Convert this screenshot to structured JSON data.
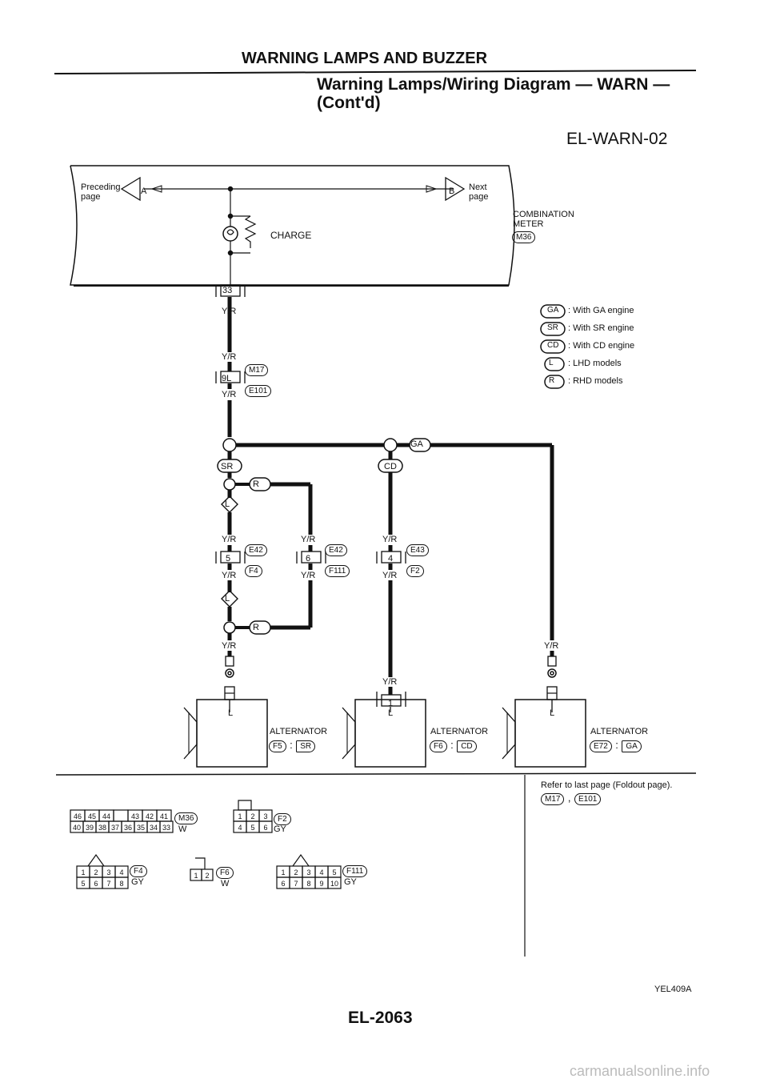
{
  "header": {
    "section_title": "WARNING LAMPS AND BUZZER",
    "diagram_title_line1": "Warning Lamps/Wiring Diagram — WARN —",
    "diagram_title_line2": "(Cont'd)",
    "diagram_code": "EL-WARN-02"
  },
  "meter": {
    "preceding_label": "Preceding\npage",
    "next_label": "Next\npage",
    "link_a": "A",
    "link_b": "B",
    "charge_label": "CHARGE",
    "name_line1": "COMBINATION",
    "name_line2": "METER",
    "connector": "M36",
    "terminal": "33"
  },
  "wires": {
    "yr": "Y/R"
  },
  "connectors": {
    "c9": {
      "terminal": "9L",
      "top": "M17",
      "bottom": "E101"
    },
    "c5": {
      "terminal": "5",
      "top": "E42",
      "bottom": "F4"
    },
    "c6": {
      "terminal": "6",
      "top": "E42",
      "bottom": "F111"
    },
    "c4": {
      "terminal": "4",
      "top": "E43",
      "bottom": "F2"
    },
    "alt_term_1": "1"
  },
  "options": {
    "sr": "SR",
    "cd": "CD",
    "ga": "GA",
    "l": "L",
    "r": "R"
  },
  "legend": [
    {
      "code": "GA",
      "text": ": With GA engine"
    },
    {
      "code": "SR",
      "text": ": With SR engine"
    },
    {
      "code": "CD",
      "text": ": With CD engine"
    },
    {
      "code": "L",
      "text": ": LHD models"
    },
    {
      "code": "R",
      "text": ": RHD models"
    }
  ],
  "alternators": [
    {
      "name": "ALTERNATOR",
      "connector": "F5",
      "option": "SR",
      "terminal": "L"
    },
    {
      "name": "ALTERNATOR",
      "connector": "F6",
      "option": "CD",
      "terminal": "L"
    },
    {
      "name": "ALTERNATOR",
      "connector": "E72",
      "option": "GA",
      "terminal": "L"
    }
  ],
  "connector_views": {
    "m36": {
      "top": [
        "46",
        "45",
        "44",
        "",
        "43",
        "42",
        "41"
      ],
      "bottom": [
        "40",
        "39",
        "38",
        "37",
        "36",
        "35",
        "34",
        "33"
      ],
      "id": "M36",
      "color": "W"
    },
    "f2": {
      "top": [
        "1",
        "2",
        "3"
      ],
      "bottom": [
        "4",
        "5",
        "6"
      ],
      "id": "F2",
      "color": "GY"
    },
    "f4": {
      "top": [
        "1",
        "2",
        "3",
        "4"
      ],
      "bottom": [
        "5",
        "6",
        "7",
        "8"
      ],
      "id": "F4",
      "color": "GY"
    },
    "f6": {
      "top": [
        "1",
        "2"
      ],
      "id": "F6",
      "color": "W"
    },
    "f111": {
      "top": [
        "1",
        "2",
        "3",
        "4",
        "5"
      ],
      "bottom": [
        "6",
        "7",
        "8",
        "9",
        "10"
      ],
      "id": "F111",
      "color": "GY"
    }
  },
  "refer": {
    "text": "Refer to last page (Foldout page).",
    "c1": "M17",
    "c2": "E101"
  },
  "footer": {
    "figure_code": "YEL409A",
    "page_number": "EL-2063",
    "watermark": "carmanualsonline.info"
  }
}
